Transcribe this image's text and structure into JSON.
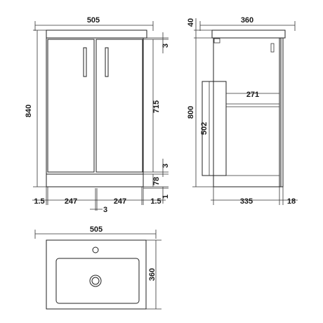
{
  "front_view": {
    "total_width": "505",
    "total_height": "840",
    "door_height": "715",
    "top_gap": "3",
    "mid_gap": "3",
    "plinth_height": "78",
    "bottom_offset": "1",
    "left_margin": "1.5",
    "door_left_width": "247",
    "door_right_width": "247",
    "right_margin": "1.5",
    "center_gap": "3"
  },
  "side_view": {
    "depth": "360",
    "basin_height": "40",
    "cabinet_height": "800",
    "inner_height": "502",
    "inner_depth": "271",
    "cabinet_depth": "335",
    "door_thickness": "18"
  },
  "top_view": {
    "width": "505",
    "depth": "360"
  }
}
